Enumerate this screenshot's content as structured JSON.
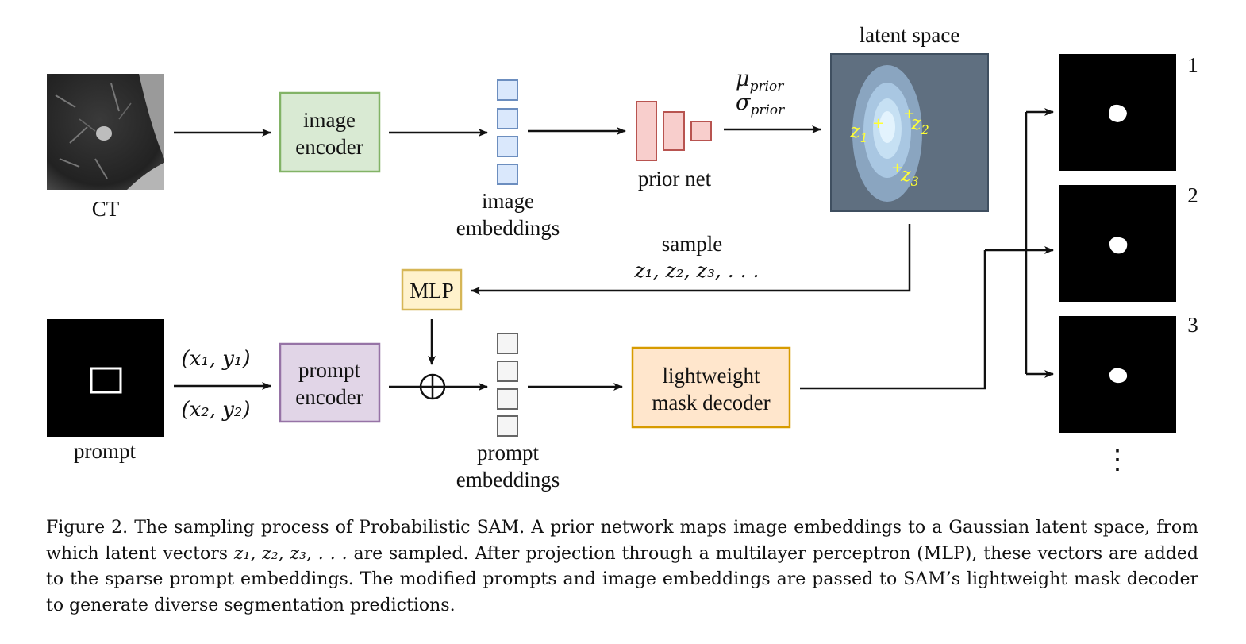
{
  "figure": {
    "inputs": {
      "ct": "CT",
      "prompt": "prompt"
    },
    "modules": {
      "image_encoder": [
        "image",
        "encoder"
      ],
      "prompt_encoder": [
        "prompt",
        "encoder"
      ],
      "mask_decoder": [
        "lightweight",
        "mask decoder"
      ],
      "mlp": "MLP",
      "prior_net": "prior net"
    },
    "embeddings": {
      "image": [
        "image",
        "embeddings"
      ],
      "prompt": [
        "prompt",
        "embeddings"
      ]
    },
    "latent_space": {
      "title": "latent space",
      "points": [
        {
          "base": "z",
          "sub": "1"
        },
        {
          "base": "z",
          "sub": "2"
        },
        {
          "base": "z",
          "sub": "3"
        }
      ]
    },
    "prior_params": [
      {
        "base": "μ",
        "sub": "prior"
      },
      {
        "base": "σ",
        "sub": "prior"
      }
    ],
    "sample_label": "sample",
    "sample_math": "z₁, z₂, z₃, . . .",
    "box_coords": [
      "(x₁, y₁)",
      "(x₂, y₂)"
    ],
    "outputs": [
      "1",
      "2",
      "3"
    ],
    "continuation": "⋮"
  },
  "caption": {
    "label": "Figure 2.",
    "part1": " The sampling process of Probabilistic SAM. A prior network maps image embeddings to a Gaussian latent space, from which latent vectors ",
    "math": "z₁, z₂, z₃, . . .",
    "part2": " are sampled. After projection through a multilayer perceptron (MLP), these vectors are added to the sparse prompt embeddings. The modified prompts and image embeddings are passed to SAM’s lightweight mask decoder to generate diverse segmentation predictions."
  },
  "colors": {
    "image_encoder_fill": "#d9ead3",
    "image_encoder_stroke": "#82b366",
    "prompt_encoder_fill": "#e1d5e7",
    "prompt_encoder_stroke": "#9673a6",
    "mask_decoder_fill": "#ffe6cc",
    "mask_decoder_stroke": "#d79b00",
    "mlp_fill": "#fff2cc",
    "mlp_stroke": "#d6b656",
    "image_embedding_fill": "#dae8fc",
    "image_embedding_stroke": "#6c8ebf",
    "prompt_embedding_fill": "#f5f5f5",
    "prompt_embedding_stroke": "#666666",
    "prior_net_fill": "#f8cecc",
    "prior_net_stroke": "#b85450",
    "latent_bg": "#5f6f80",
    "latent_point": "#ffff33"
  }
}
